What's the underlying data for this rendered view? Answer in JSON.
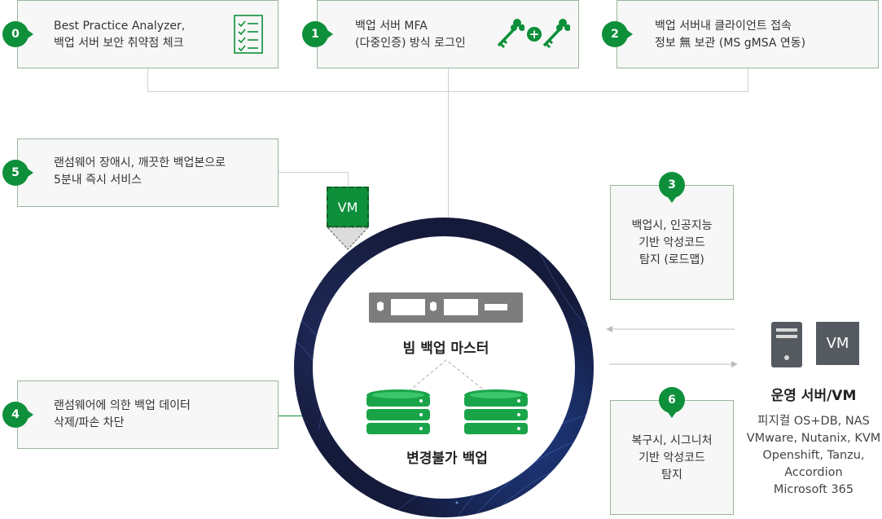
{
  "steps": [
    {
      "num": "0",
      "lines": [
        "Best Practice Analyzer,",
        "백업 서버 보안 취약점 체크"
      ]
    },
    {
      "num": "1",
      "lines": [
        "백업 서버 MFA",
        "(다중인증) 방식 로그인"
      ]
    },
    {
      "num": "2",
      "lines": [
        "백업 서버내 클라이언트 접속",
        "정보 無 보관 (MS gMSA 연동)"
      ]
    },
    {
      "num": "3",
      "lines": [
        "백업시, 인공지능",
        "기반 악성코드",
        "탐지 (로드맵)"
      ]
    },
    {
      "num": "4",
      "lines": [
        "랜섬웨어에 의한 백업 데이터",
        "삭제/파손 차단"
      ]
    },
    {
      "num": "5",
      "lines": [
        "랜섬웨어 장애시, 깨끗한 백업본으로",
        "5분내 즉시 서비스"
      ]
    },
    {
      "num": "6",
      "lines": [
        "복구시, 시그니처",
        "기반 악성코드",
        "탐지"
      ]
    }
  ],
  "center": {
    "master_label": "빔 백업 마스터",
    "immutable_label": "변경불가 백업"
  },
  "vm_tag": "VM",
  "operational": {
    "vm_tag": "VM",
    "title": "운영 서버/VM",
    "items": [
      "피지컬 OS+DB, NAS",
      "VMware, Nutanix, KVM",
      "Openshift, Tanzu,",
      "Accordion",
      "Microsoft 365"
    ]
  },
  "icons": [
    "checklist-icon",
    "key-icon",
    "server-icon",
    "database-icon"
  ],
  "colors": {
    "accent": "#0e8f3a",
    "box_border": "#9cb59c",
    "box_bg": "#f6f7f6",
    "ring": "#141a3a"
  }
}
